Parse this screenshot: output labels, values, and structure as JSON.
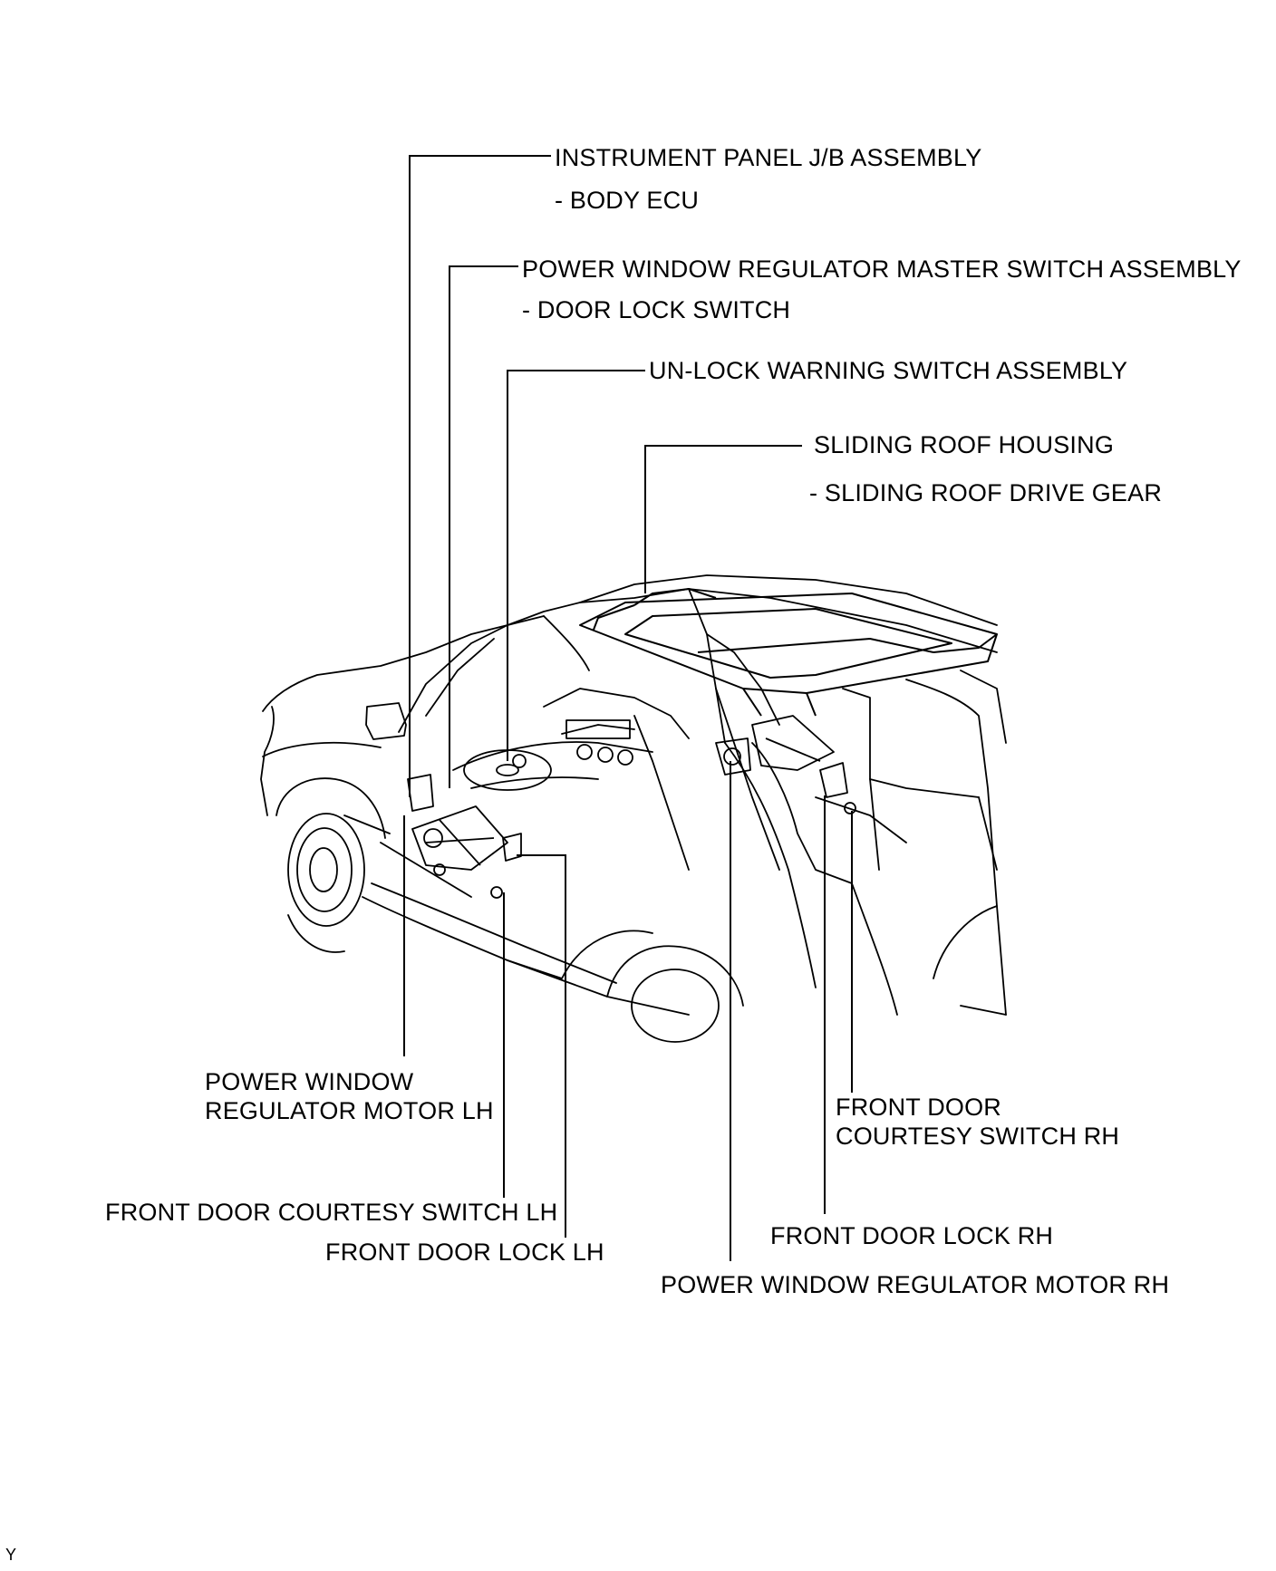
{
  "labels": {
    "instrument_panel_jb": "INSTRUMENT PANEL J/B ASSEMBLY",
    "body_ecu": "- BODY ECU",
    "pw_master_switch": "POWER WINDOW REGULATOR MASTER SWITCH ASSEMBLY",
    "door_lock_switch": "- DOOR LOCK SWITCH",
    "unlock_warning_switch": "UN-LOCK WARNING SWITCH ASSEMBLY",
    "sliding_roof_housing": "SLIDING ROOF HOUSING",
    "sliding_roof_drive_gear": "- SLIDING ROOF DRIVE GEAR",
    "pw_motor_lh_line1": "POWER WINDOW",
    "pw_motor_lh_line2": "REGULATOR MOTOR LH",
    "front_door_courtesy_rh_line1": "FRONT DOOR",
    "front_door_courtesy_rh_line2": "COURTESY SWITCH RH",
    "front_door_courtesy_lh": "FRONT DOOR COURTESY SWITCH LH",
    "front_door_lock_lh": "FRONT DOOR LOCK LH",
    "front_door_lock_rh": "FRONT DOOR LOCK RH",
    "pw_motor_rh": "POWER WINDOW REGULATOR MOTOR RH"
  },
  "corner_mark": "Y"
}
